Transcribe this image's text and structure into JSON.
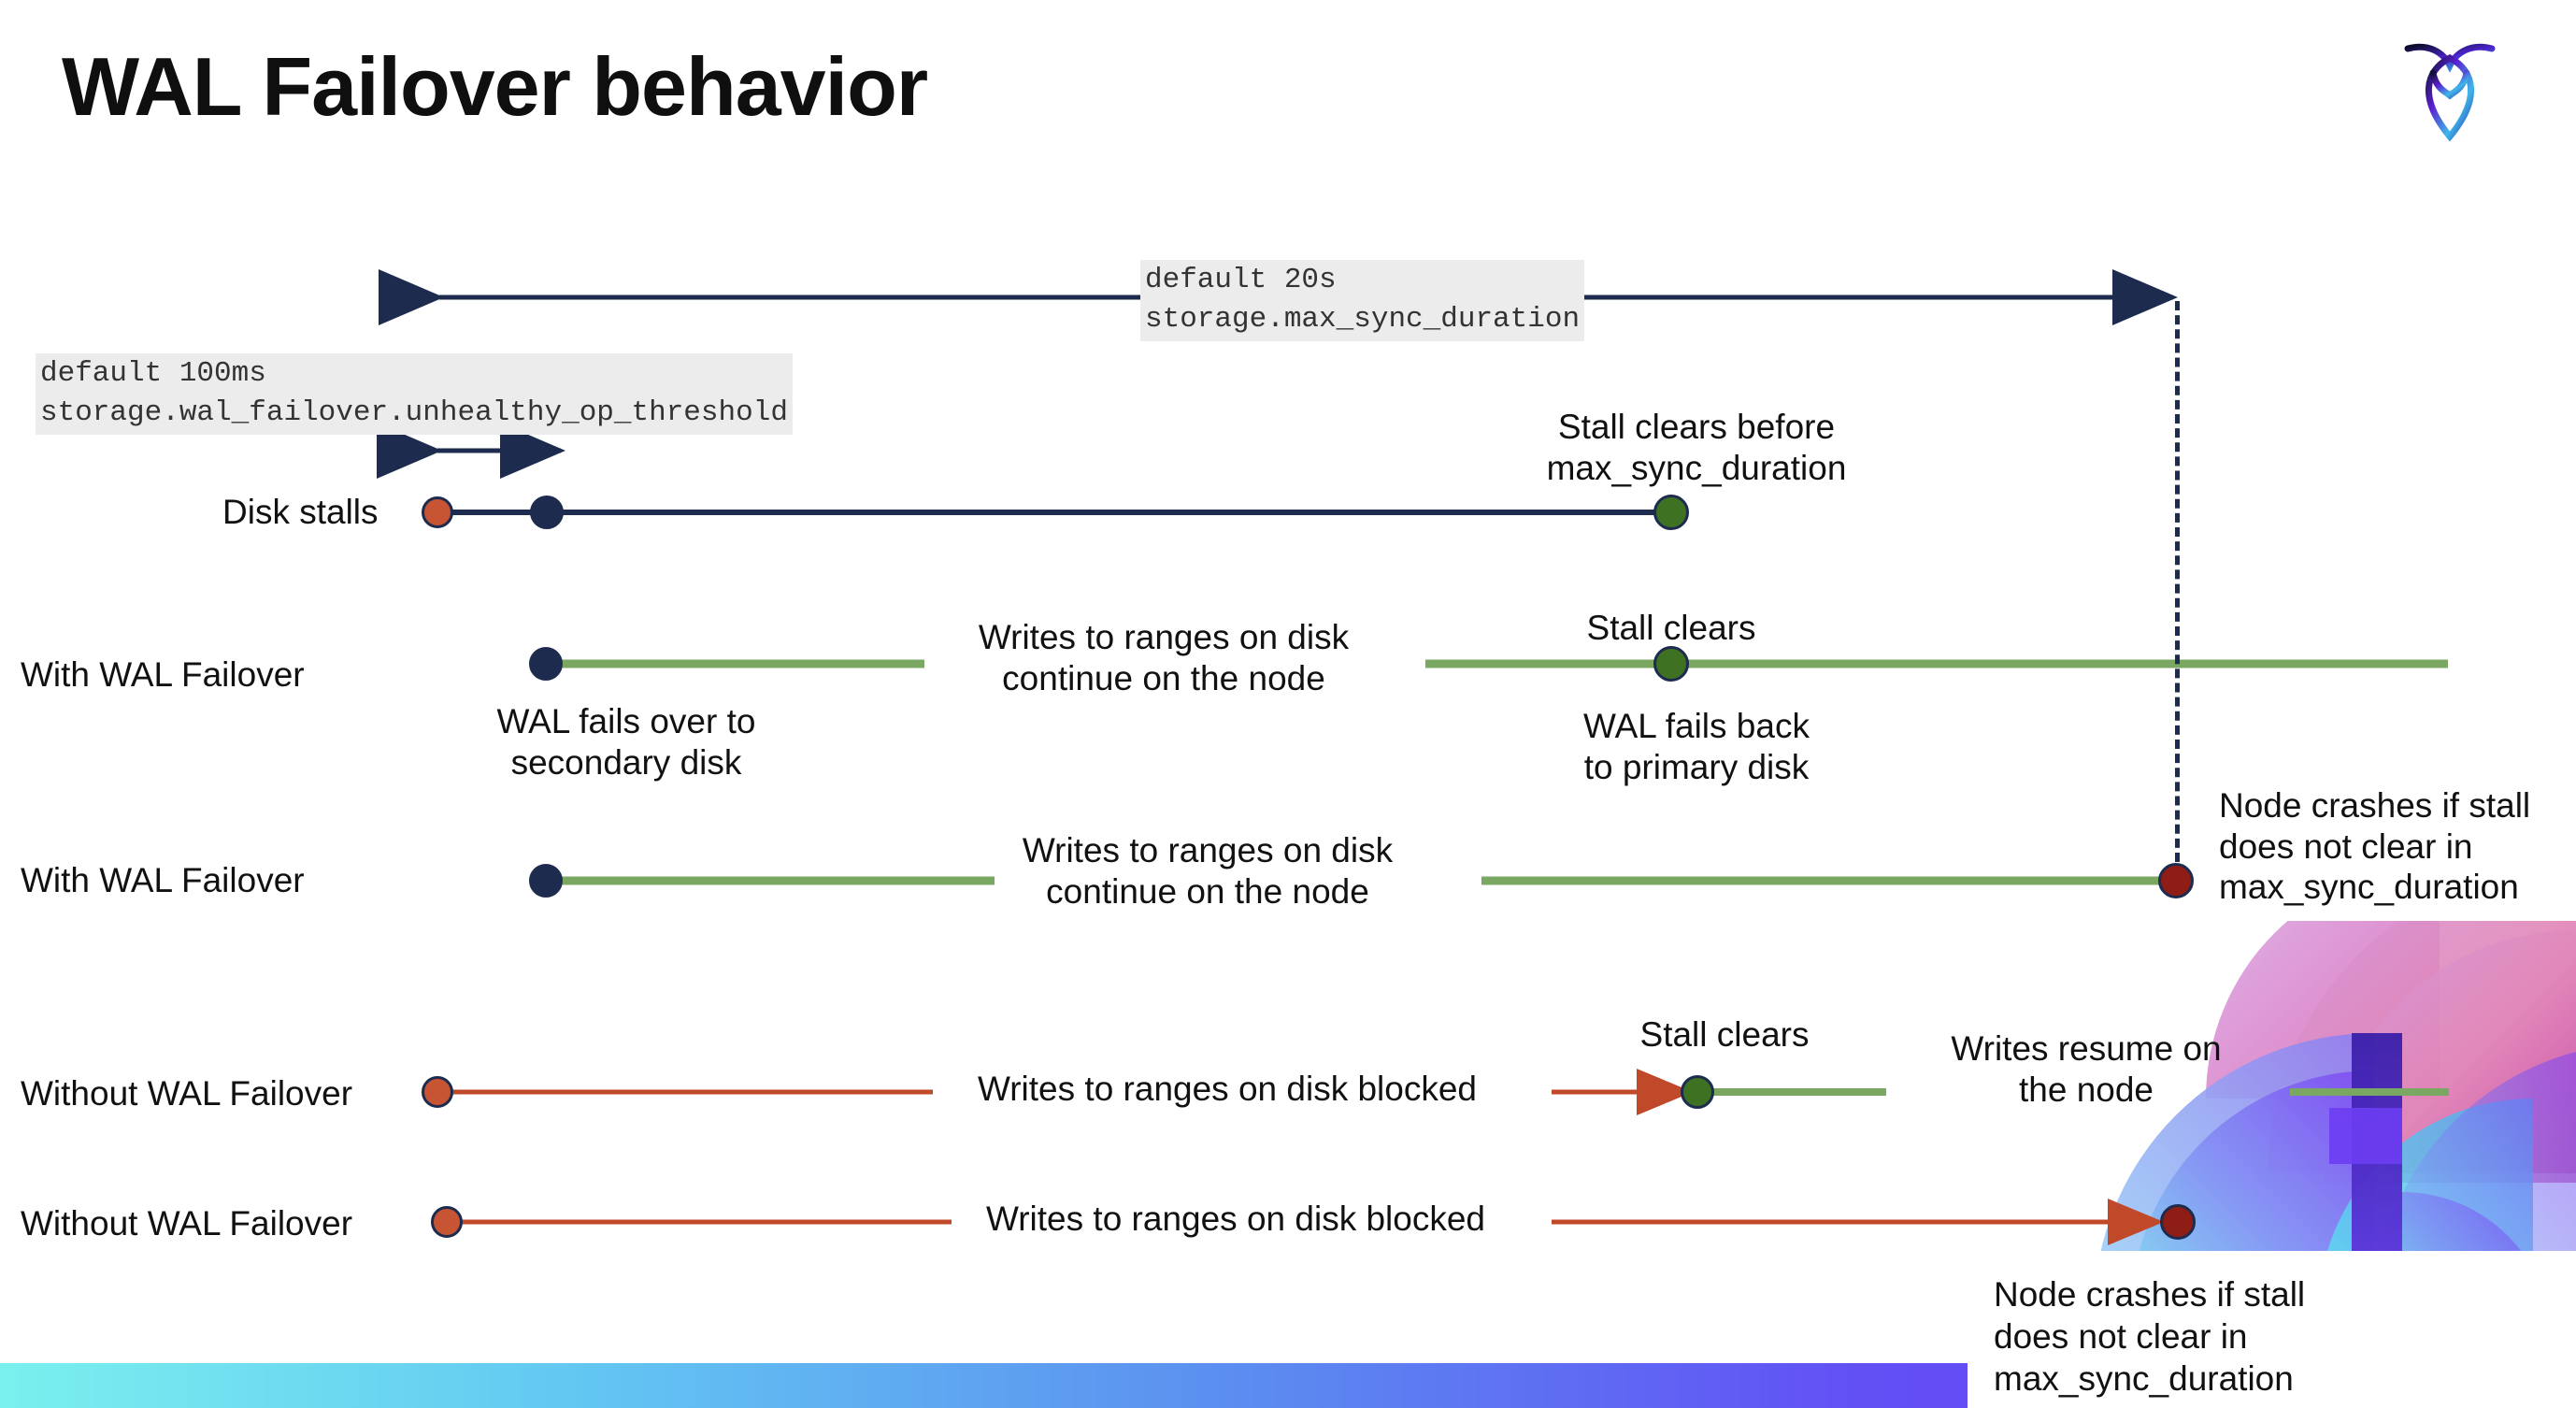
{
  "slide": {
    "title": "WAL Failover behavior",
    "logo_name": "cockroachdb-logo"
  },
  "colors": {
    "navy": "#1d2b4f",
    "green_line": "#7aa862",
    "green_dot": "#3f7123",
    "orange": "#c75534",
    "red_line": "#c0492a",
    "dark_red": "#8e1d16",
    "code_bg": "#ececec"
  },
  "settings": {
    "max_sync": {
      "default": "default 20s",
      "name": "storage.max_sync_duration"
    },
    "unhealthy": {
      "default": "default 100ms",
      "name": "storage.wal_failover.unhealthy_op_threshold"
    }
  },
  "rows": {
    "disk_stalls": {
      "label": "Disk stalls"
    },
    "with_failover_1": {
      "label": "With WAL Failover"
    },
    "with_failover_2": {
      "label": "With WAL Failover"
    },
    "without_failover_1": {
      "label": "Without WAL Failover"
    },
    "without_failover_2": {
      "label": "Without WAL Failover"
    }
  },
  "notes": {
    "stall_clears_before": "Stall clears before\nmax_sync_duration",
    "stall_clears_before_l1": "Stall clears before",
    "stall_clears_before_l2": "max_sync_duration",
    "writes_continue_l1": "Writes to ranges on disk",
    "writes_continue_l2": "continue on the node",
    "stall_clears": "Stall clears",
    "wal_fails_over_l1": "WAL fails over to",
    "wal_fails_over_l2": "secondary disk",
    "wal_fails_back_l1": "WAL fails  back",
    "wal_fails_back_l2": "to primary disk",
    "node_crashes_l1": "Node crashes if stall",
    "node_crashes_l2": "does not clear in",
    "node_crashes_l3": "max_sync_duration",
    "writes_blocked": "Writes to ranges on disk  blocked",
    "writes_resume_l1": "Writes resume on",
    "writes_resume_l2": "the node"
  }
}
